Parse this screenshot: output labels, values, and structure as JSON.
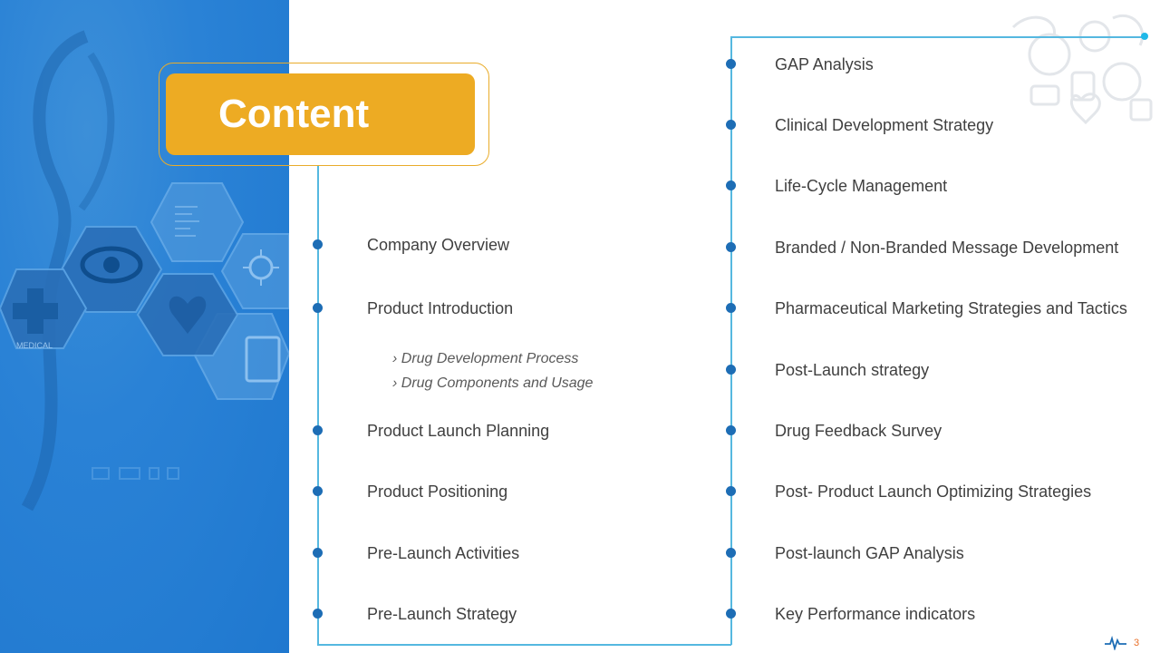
{
  "title": "Content",
  "left_items": [
    {
      "label": "Company Overview"
    },
    {
      "label": "Product Introduction"
    },
    {
      "label": "Product Launch Planning"
    },
    {
      "label": "Product Positioning"
    },
    {
      "label": "Pre-Launch Activities"
    },
    {
      "label": "Pre-Launch Strategy"
    }
  ],
  "sub_items": [
    "› Drug Development Process",
    "› Drug Components and Usage"
  ],
  "right_items": [
    {
      "label": "GAP Analysis"
    },
    {
      "label": "Clinical Development Strategy"
    },
    {
      "label": "Life-Cycle Management"
    },
    {
      "label": "Branded / Non-Branded Message Development"
    },
    {
      "label": "Pharmaceutical Marketing Strategies and Tactics"
    },
    {
      "label": "Post-Launch strategy"
    },
    {
      "label": "Drug Feedback Survey"
    },
    {
      "label": "Post- Product Launch Optimizing Strategies"
    },
    {
      "label": "Post-launch GAP Analysis"
    },
    {
      "label": "Key Performance indicators"
    }
  ],
  "page_number": "3",
  "background_icon_labels": [
    "MEDICAL"
  ],
  "colors": {
    "accent_blue": "#1f78cf",
    "title_orange": "#edab23",
    "line": "#55b8e0",
    "dot": "#1d6db5"
  }
}
